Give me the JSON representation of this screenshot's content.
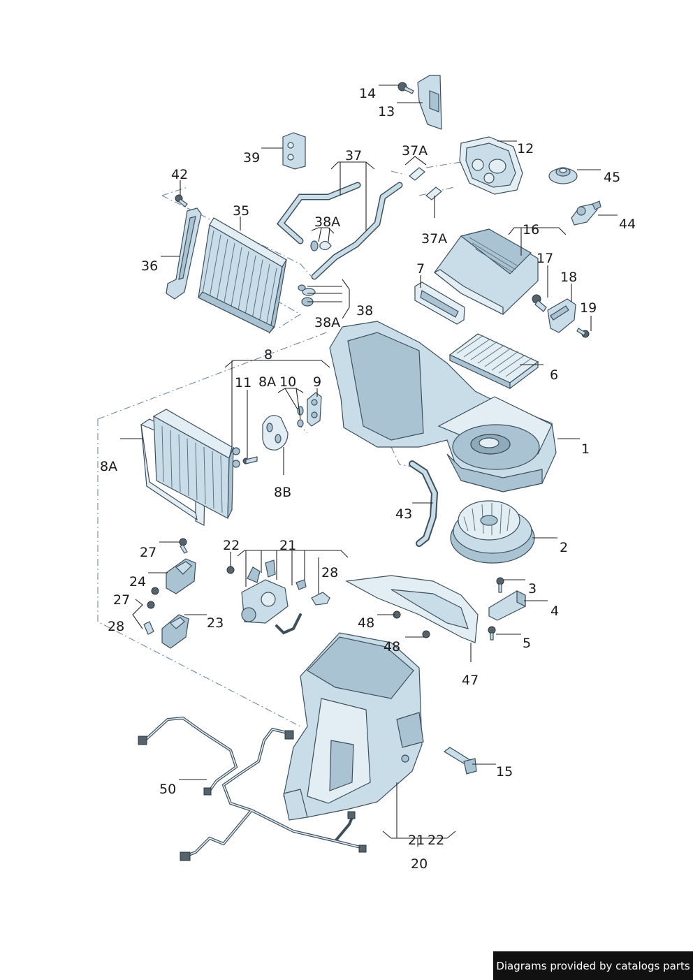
{
  "callouts": {
    "l1": "1",
    "l2": "2",
    "l3": "3",
    "l4": "4",
    "l5": "5",
    "l6": "6",
    "l7": "7",
    "l8": "8",
    "l8A_filter": "8A",
    "l8A_valve": "8A",
    "l8B": "8B",
    "l9": "9",
    "l10": "10",
    "l11": "11",
    "l12": "12",
    "l13": "13",
    "l14": "14",
    "l15": "15",
    "l16": "16",
    "l17": "17",
    "l18": "18",
    "l19": "19",
    "l20": "20",
    "l21_top": "21",
    "l21_bottom": "21",
    "l22_top": "22",
    "l22_bottom": "22",
    "l23": "23",
    "l24": "24",
    "l27_a": "27",
    "l27_b": "27",
    "l28_a": "28",
    "l28_b": "28",
    "l35": "35",
    "l36": "36",
    "l37": "37",
    "l37A_top": "37A",
    "l37A_bottom": "37A",
    "l38": "38",
    "l38A_a": "38A",
    "l38A_b": "38A",
    "l39": "39",
    "l42": "42",
    "l43": "43",
    "l44": "44",
    "l45": "45",
    "l47": "47",
    "l48_a": "48",
    "l48_b": "48",
    "l50": "50"
  },
  "footer": {
    "text": "Diagrams provided by catalogs parts"
  }
}
